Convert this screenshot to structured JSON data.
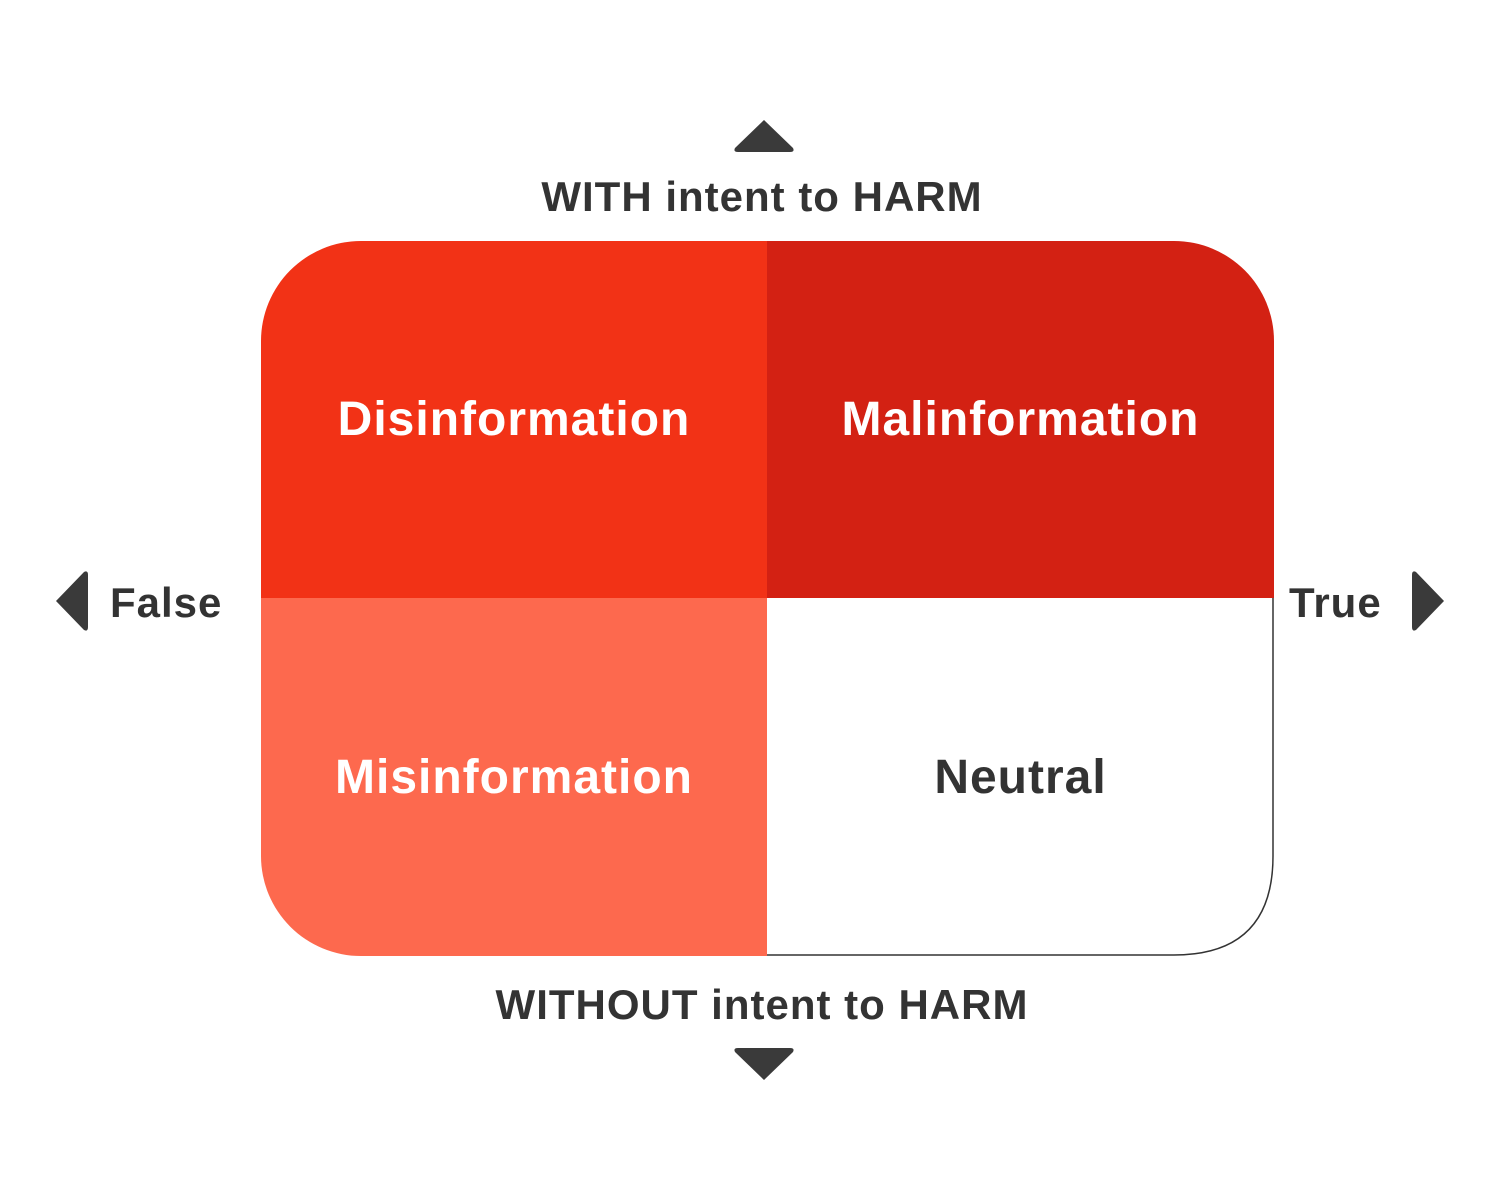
{
  "axes": {
    "top": "WITH intent to HARM",
    "bottom": "WITHOUT intent to HARM",
    "left": "False",
    "right": "True"
  },
  "quadrants": [
    {
      "label": "Disinformation",
      "color": "#f23216",
      "text_color": "#ffffff"
    },
    {
      "label": "Malinformation",
      "color": "#d32113",
      "text_color": "#ffffff"
    },
    {
      "label": "Misinformation",
      "color": "#fd694e",
      "text_color": "#ffffff"
    },
    {
      "label": "Neutral",
      "color": "#ffffff",
      "text_color": "#333333"
    }
  ],
  "colors": {
    "arrow": "#3a3a3a",
    "text": "#333333",
    "outline": "#333333"
  }
}
